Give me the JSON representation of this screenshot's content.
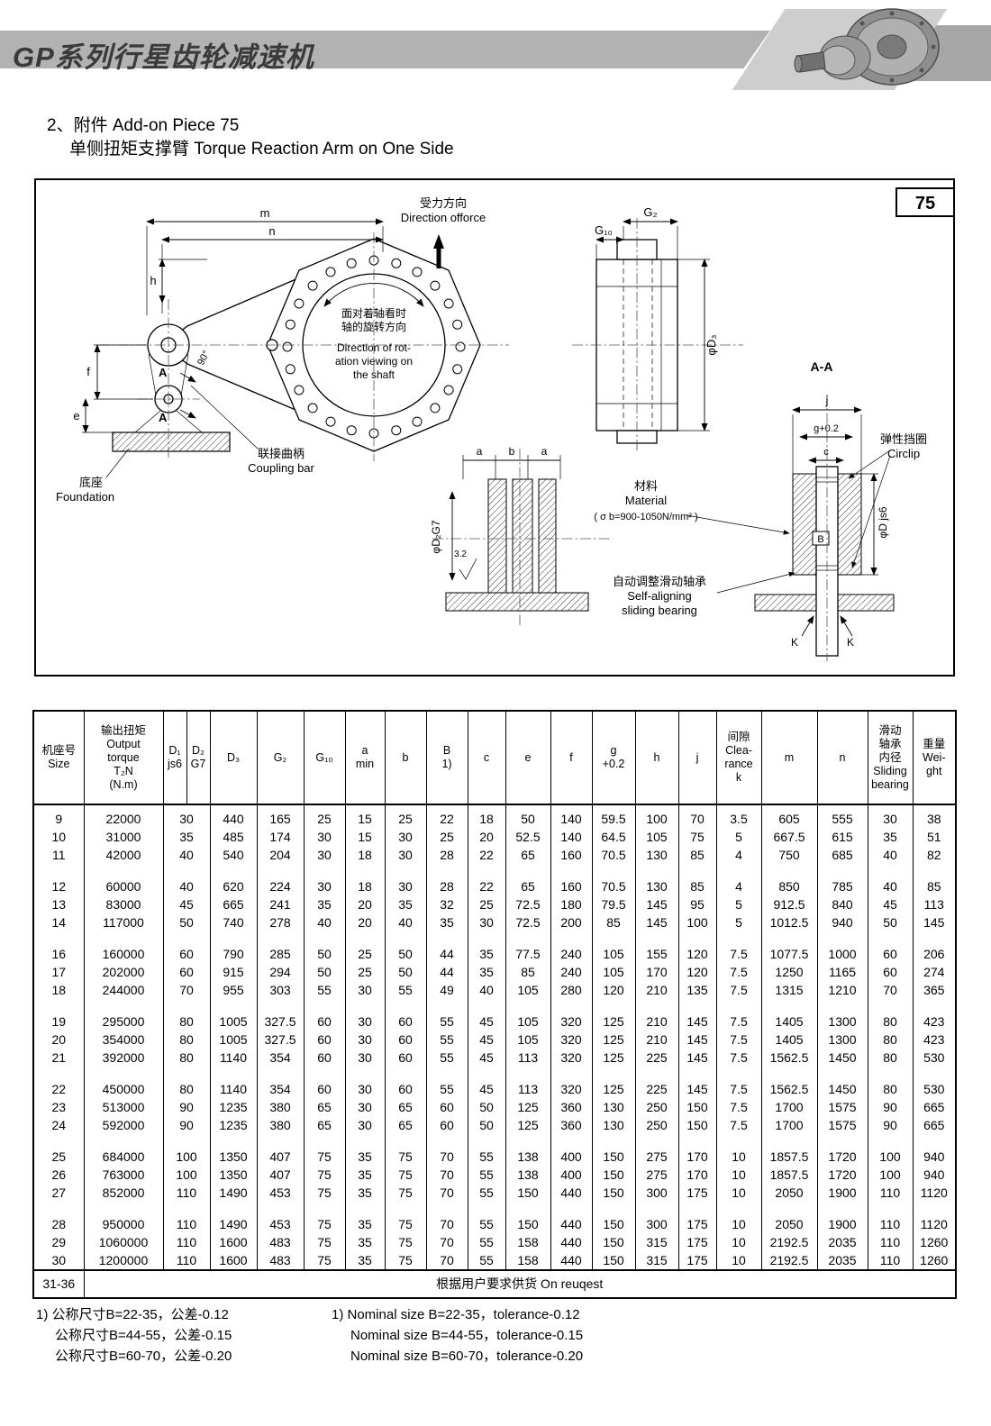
{
  "header": {
    "title": "GP系列行星齿轮减速机"
  },
  "section": {
    "line1": "2、附件 Add-on Piece 75",
    "line2": "单侧扭矩支撑臂 Torque Reaction Arm on One Side"
  },
  "drawing": {
    "page_number": "75",
    "labels": {
      "force_cn": "受力方向",
      "force_en": "Direction offorce",
      "rot_cn1": "面对着轴看时",
      "rot_cn2": "轴的旋转方向",
      "rot_en1": "Direction of rot-",
      "rot_en2": "ation viewing on",
      "rot_en3": "the shaft",
      "coupling_cn": "联接曲柄",
      "coupling_en": "Coupling bar",
      "foundation_cn": "底座",
      "foundation_en": "Foundation",
      "material_cn": "材料",
      "material_en": "Material",
      "material_spec": "( σ b=900-1050N/mm² )",
      "circlip_cn": "弹性挡圈",
      "circlip_en": "Circlip",
      "bearing_cn": "自动调整滑动轴承",
      "bearing_en1": "Self-aligning",
      "bearing_en2": "sliding bearing",
      "section": "A-A"
    },
    "dims": {
      "m": "m",
      "n": "n",
      "h": "h",
      "f": "f",
      "e": "e",
      "a1": "a",
      "b2": "b",
      "a2": "a",
      "c": "c",
      "j": "j",
      "g": "g+0.2",
      "B": "B",
      "K1": "K",
      "K2": "K",
      "A1": "A",
      "A2": "A",
      "angle": "90°",
      "G2": "G₂",
      "G10": "G₁₀",
      "D3": "φD₃",
      "Djs6": "φD js6",
      "D2G7": "φD₂G7",
      "roughness": "3.2"
    }
  },
  "table": {
    "headers": [
      "机座号\nSize",
      "输出扭矩\nOutput\ntorque\nT₂N\n(N.m)",
      "D₁\njs6",
      "D₂\nG7",
      "D₃",
      "G₂",
      "G₁₀",
      "a\nmin",
      "b",
      "B\n1)",
      "c",
      "e",
      "f",
      "g\n+0.2",
      "h",
      "j",
      "间隙\nClea-\nrance\nk",
      "m",
      "n",
      "滑动\n轴承\n内径\nSliding\nbearing",
      "重量\nWei-\nght"
    ],
    "groups": [
      {
        "rows": [
          [
            "9",
            "22000",
            "30",
            "440",
            "165",
            "25",
            "15",
            "25",
            "22",
            "18",
            "50",
            "140",
            "59.5",
            "100",
            "70",
            "3.5",
            "605",
            "555",
            "30",
            "38"
          ],
          [
            "10",
            "31000",
            "35",
            "485",
            "174",
            "30",
            "15",
            "30",
            "25",
            "20",
            "52.5",
            "140",
            "64.5",
            "105",
            "75",
            "5",
            "667.5",
            "615",
            "35",
            "51"
          ],
          [
            "11",
            "42000",
            "40",
            "540",
            "204",
            "30",
            "18",
            "30",
            "28",
            "22",
            "65",
            "160",
            "70.5",
            "130",
            "85",
            "4",
            "750",
            "685",
            "40",
            "82"
          ]
        ]
      },
      {
        "rows": [
          [
            "12",
            "60000",
            "40",
            "620",
            "224",
            "30",
            "18",
            "30",
            "28",
            "22",
            "65",
            "160",
            "70.5",
            "130",
            "85",
            "4",
            "850",
            "785",
            "40",
            "85"
          ],
          [
            "13",
            "83000",
            "45",
            "665",
            "241",
            "35",
            "20",
            "35",
            "32",
            "25",
            "72.5",
            "180",
            "79.5",
            "145",
            "95",
            "5",
            "912.5",
            "840",
            "45",
            "113"
          ],
          [
            "14",
            "117000",
            "50",
            "740",
            "278",
            "40",
            "20",
            "40",
            "35",
            "30",
            "72.5",
            "200",
            "85",
            "145",
            "100",
            "5",
            "1012.5",
            "940",
            "50",
            "145"
          ]
        ]
      },
      {
        "rows": [
          [
            "16",
            "160000",
            "60",
            "790",
            "285",
            "50",
            "25",
            "50",
            "44",
            "35",
            "77.5",
            "240",
            "105",
            "155",
            "120",
            "7.5",
            "1077.5",
            "1000",
            "60",
            "206"
          ],
          [
            "17",
            "202000",
            "60",
            "915",
            "294",
            "50",
            "25",
            "50",
            "44",
            "35",
            "85",
            "240",
            "105",
            "170",
            "120",
            "7.5",
            "1250",
            "1165",
            "60",
            "274"
          ],
          [
            "18",
            "244000",
            "70",
            "955",
            "303",
            "55",
            "30",
            "55",
            "49",
            "40",
            "105",
            "280",
            "120",
            "210",
            "135",
            "7.5",
            "1315",
            "1210",
            "70",
            "365"
          ]
        ]
      },
      {
        "rows": [
          [
            "19",
            "295000",
            "80",
            "1005",
            "327.5",
            "60",
            "30",
            "60",
            "55",
            "45",
            "105",
            "320",
            "125",
            "210",
            "145",
            "7.5",
            "1405",
            "1300",
            "80",
            "423"
          ],
          [
            "20",
            "354000",
            "80",
            "1005",
            "327.5",
            "60",
            "30",
            "60",
            "55",
            "45",
            "105",
            "320",
            "125",
            "210",
            "145",
            "7.5",
            "1405",
            "1300",
            "80",
            "423"
          ],
          [
            "21",
            "392000",
            "80",
            "1140",
            "354",
            "60",
            "30",
            "60",
            "55",
            "45",
            "113",
            "320",
            "125",
            "225",
            "145",
            "7.5",
            "1562.5",
            "1450",
            "80",
            "530"
          ]
        ]
      },
      {
        "rows": [
          [
            "22",
            "450000",
            "80",
            "1140",
            "354",
            "60",
            "30",
            "60",
            "55",
            "45",
            "113",
            "320",
            "125",
            "225",
            "145",
            "7.5",
            "1562.5",
            "1450",
            "80",
            "530"
          ],
          [
            "23",
            "513000",
            "90",
            "1235",
            "380",
            "65",
            "30",
            "65",
            "60",
            "50",
            "125",
            "360",
            "130",
            "250",
            "150",
            "7.5",
            "1700",
            "1575",
            "90",
            "665"
          ],
          [
            "24",
            "592000",
            "90",
            "1235",
            "380",
            "65",
            "30",
            "65",
            "60",
            "50",
            "125",
            "360",
            "130",
            "250",
            "150",
            "7.5",
            "1700",
            "1575",
            "90",
            "665"
          ]
        ]
      },
      {
        "rows": [
          [
            "25",
            "684000",
            "100",
            "1350",
            "407",
            "75",
            "35",
            "75",
            "70",
            "55",
            "138",
            "400",
            "150",
            "275",
            "170",
            "10",
            "1857.5",
            "1720",
            "100",
            "940"
          ],
          [
            "26",
            "763000",
            "100",
            "1350",
            "407",
            "75",
            "35",
            "75",
            "70",
            "55",
            "138",
            "400",
            "150",
            "275",
            "170",
            "10",
            "1857.5",
            "1720",
            "100",
            "940"
          ],
          [
            "27",
            "852000",
            "110",
            "1490",
            "453",
            "75",
            "35",
            "75",
            "70",
            "55",
            "150",
            "440",
            "150",
            "300",
            "175",
            "10",
            "2050",
            "1900",
            "110",
            "1120"
          ]
        ]
      },
      {
        "rows": [
          [
            "28",
            "950000",
            "110",
            "1490",
            "453",
            "75",
            "35",
            "75",
            "70",
            "55",
            "150",
            "440",
            "150",
            "300",
            "175",
            "10",
            "2050",
            "1900",
            "110",
            "1120"
          ],
          [
            "29",
            "1060000",
            "110",
            "1600",
            "483",
            "75",
            "35",
            "75",
            "70",
            "55",
            "158",
            "440",
            "150",
            "315",
            "175",
            "10",
            "2192.5",
            "2035",
            "110",
            "1260"
          ],
          [
            "30",
            "1200000",
            "110",
            "1600",
            "483",
            "75",
            "35",
            "75",
            "70",
            "55",
            "158",
            "440",
            "150",
            "315",
            "175",
            "10",
            "2192.5",
            "2035",
            "110",
            "1260"
          ]
        ]
      }
    ],
    "footer_row": {
      "size": "31-36",
      "note": "根据用户要求供货 On reuqest"
    }
  },
  "footnotes": {
    "cn": [
      "1) 公称尺寸B=22-35，公差-0.12",
      "公称尺寸B=44-55，公差-0.15",
      "公称尺寸B=60-70，公差-0.20"
    ],
    "en": [
      "1) Nominal size B=22-35，tolerance-0.12",
      "Nominal size B=44-55，tolerance-0.15",
      "Nominal size B=60-70，tolerance-0.20"
    ]
  }
}
